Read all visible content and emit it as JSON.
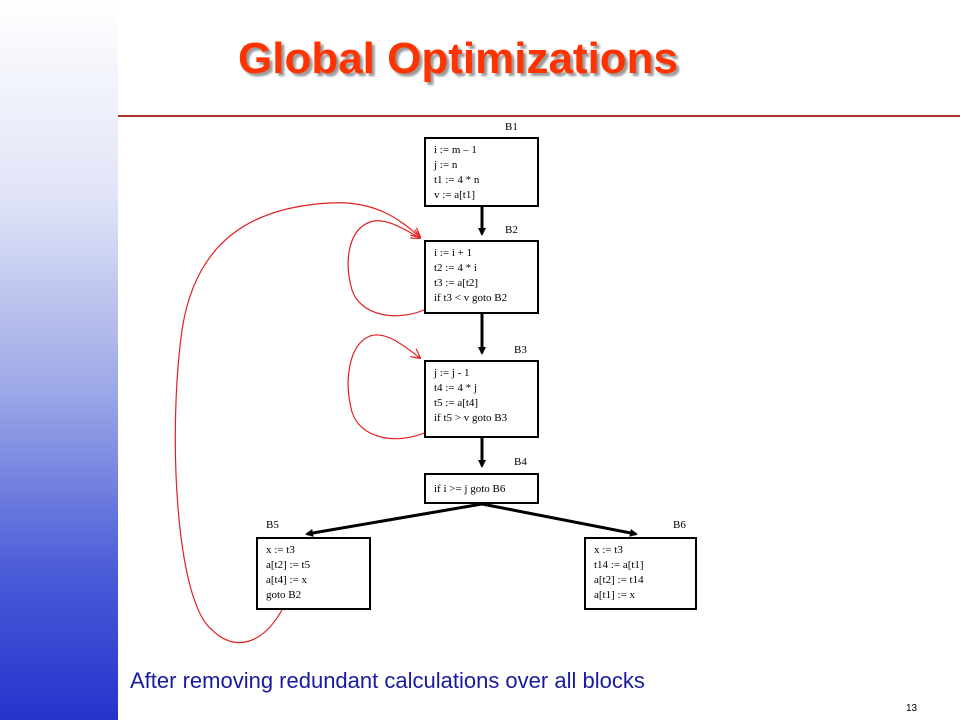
{
  "title": "Global Optimizations",
  "caption": "After removing redundant calculations over all blocks",
  "slide_number": "13",
  "colors": {
    "title": "#ff3300",
    "caption": "#1a1aa0",
    "back_edges": "#e02020",
    "sidebar_bottom": "#2533cc"
  },
  "blocks": [
    {
      "id": "B1",
      "label": "B1",
      "lines": [
        "i := m – 1",
        "j := n",
        "t1 := 4 * n",
        "v := a[t1]"
      ]
    },
    {
      "id": "B2",
      "label": "B2",
      "lines": [
        "i := i + 1",
        "t2 := 4 * i",
        "t3 := a[t2]",
        "if t3 < v goto B2"
      ]
    },
    {
      "id": "B3",
      "label": "B3",
      "lines": [
        "j := j - 1",
        "t4 := 4 * j",
        "t5 := a[t4]",
        "if t5 > v goto B3"
      ]
    },
    {
      "id": "B4",
      "label": "B4",
      "lines": [
        "if i >= j goto B6"
      ]
    },
    {
      "id": "B5",
      "label": "B5",
      "lines": [
        "x := t3",
        "a[t2] := t5",
        "a[t4] := x",
        "goto B2"
      ]
    },
    {
      "id": "B6",
      "label": "B6",
      "lines": [
        "x := t3",
        "t14 := a[t1]",
        "a[t2] := t14",
        "a[t1] := x"
      ]
    }
  ],
  "edges": [
    {
      "from": "B1",
      "to": "B2",
      "kind": "flow"
    },
    {
      "from": "B2",
      "to": "B3",
      "kind": "flow"
    },
    {
      "from": "B3",
      "to": "B4",
      "kind": "flow"
    },
    {
      "from": "B4",
      "to": "B5",
      "kind": "flow"
    },
    {
      "from": "B4",
      "to": "B6",
      "kind": "flow"
    },
    {
      "from": "B2",
      "to": "B2",
      "kind": "back"
    },
    {
      "from": "B3",
      "to": "B3",
      "kind": "back"
    },
    {
      "from": "B5",
      "to": "B2",
      "kind": "back"
    }
  ]
}
